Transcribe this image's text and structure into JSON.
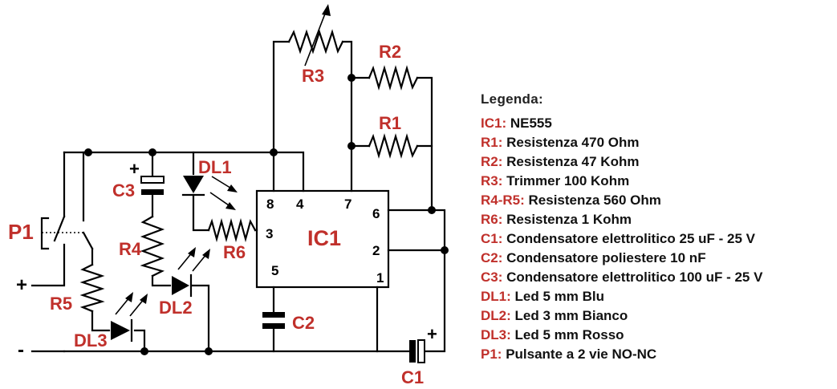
{
  "schematic": {
    "labels": {
      "r3": "R3",
      "r2": "R2",
      "r1": "R1",
      "dl1": "DL1",
      "c3": "C3",
      "c3_plus": "+",
      "p1": "P1",
      "plus_input": "+",
      "minus_input": "-",
      "r4": "R4",
      "r5": "R5",
      "r6": "R6",
      "dl2": "DL2",
      "dl3": "DL3",
      "c2": "C2",
      "c1": "C1",
      "c1_plus": "+"
    },
    "ic": {
      "name": "IC1",
      "pins": {
        "p8": "8",
        "p4": "4",
        "p7": "7",
        "p6": "6",
        "p3": "3",
        "p2": "2",
        "p5": "5",
        "p1": "1"
      }
    }
  },
  "legend": {
    "title": "Legenda:",
    "items": [
      {
        "code": "IC1:",
        "desc": " NE555"
      },
      {
        "code": "R1:",
        "desc": " Resistenza 470 Ohm"
      },
      {
        "code": "R2:",
        "desc": " Resistenza 47 Kohm"
      },
      {
        "code": "R3:",
        "desc": " Trimmer 100 Kohm"
      },
      {
        "code": "R4-R5:",
        "desc": " Resistenza 560 Ohm"
      },
      {
        "code": "R6:",
        "desc": " Resistenza 1 Kohm"
      },
      {
        "code": "C1:",
        "desc": " Condensatore elettrolitico 25 uF - 25 V"
      },
      {
        "code": "C2:",
        "desc": " Condensatore poliestere 10 nF"
      },
      {
        "code": "C3:",
        "desc": " Condensatore elettrolitico 100 uF - 25 V"
      },
      {
        "code": "DL1:",
        "desc": " Led 5 mm Blu"
      },
      {
        "code": "DL2:",
        "desc": " Led 3 mm Bianco"
      },
      {
        "code": "DL3:",
        "desc": " Led 5 mm Rosso"
      },
      {
        "code": "P1:",
        "desc": " Pulsante a 2 vie NO-NC"
      }
    ]
  },
  "colors": {
    "label_red": "#c0302b",
    "wire": "#000000",
    "background": "#ffffff"
  }
}
